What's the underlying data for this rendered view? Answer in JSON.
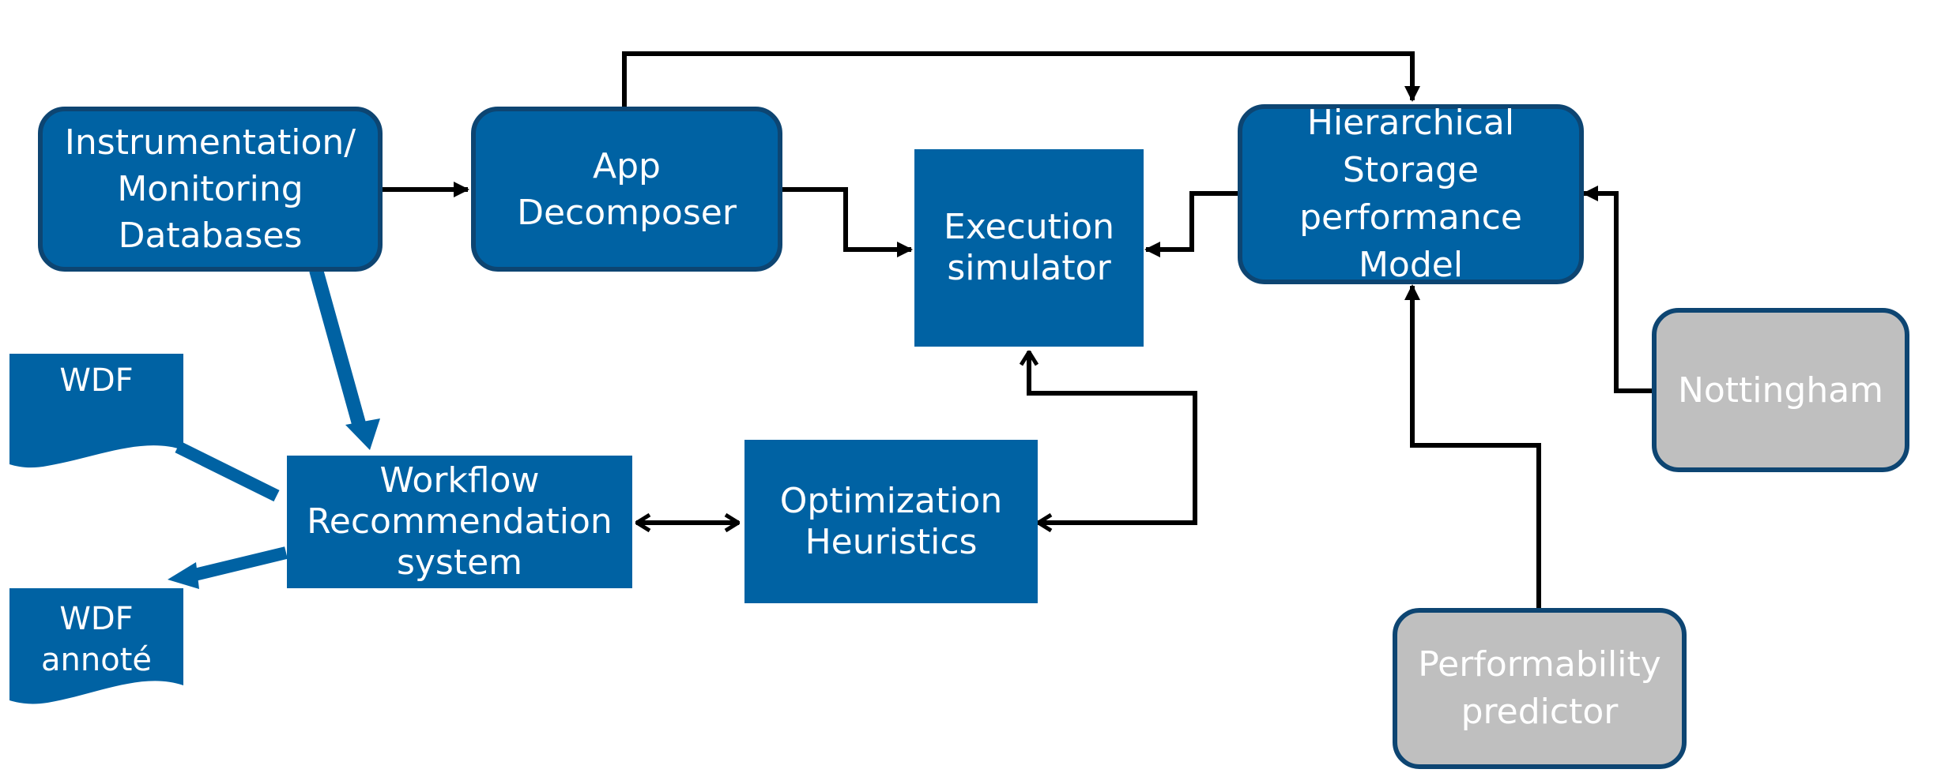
{
  "nodes": {
    "instrumentation": [
      "Instrumentation/",
      "Monitoring",
      "Databases"
    ],
    "app_decomposer": [
      "App",
      "Decomposer"
    ],
    "execution_simulator": [
      "Execution",
      "simulator"
    ],
    "hierarchical_storage": [
      "Hierarchical",
      "Storage",
      "performance",
      "Model"
    ],
    "nottingham": [
      "Nottingham"
    ],
    "performability": [
      "Performability",
      "predictor"
    ],
    "workflow_recommendation": [
      "Workflow",
      "Recommendation",
      "system"
    ],
    "optimization": [
      "Optimization",
      "Heuristics"
    ],
    "wdf_input": [
      "WDF"
    ],
    "wdf_output": [
      "WDF",
      "annoté"
    ]
  },
  "colors": {
    "node_fill": "#0062a3",
    "node_border": "#0d4572",
    "gray_fill": "#bfbfbf",
    "connector": "#000000",
    "flow_arrow": "#0062a3"
  }
}
